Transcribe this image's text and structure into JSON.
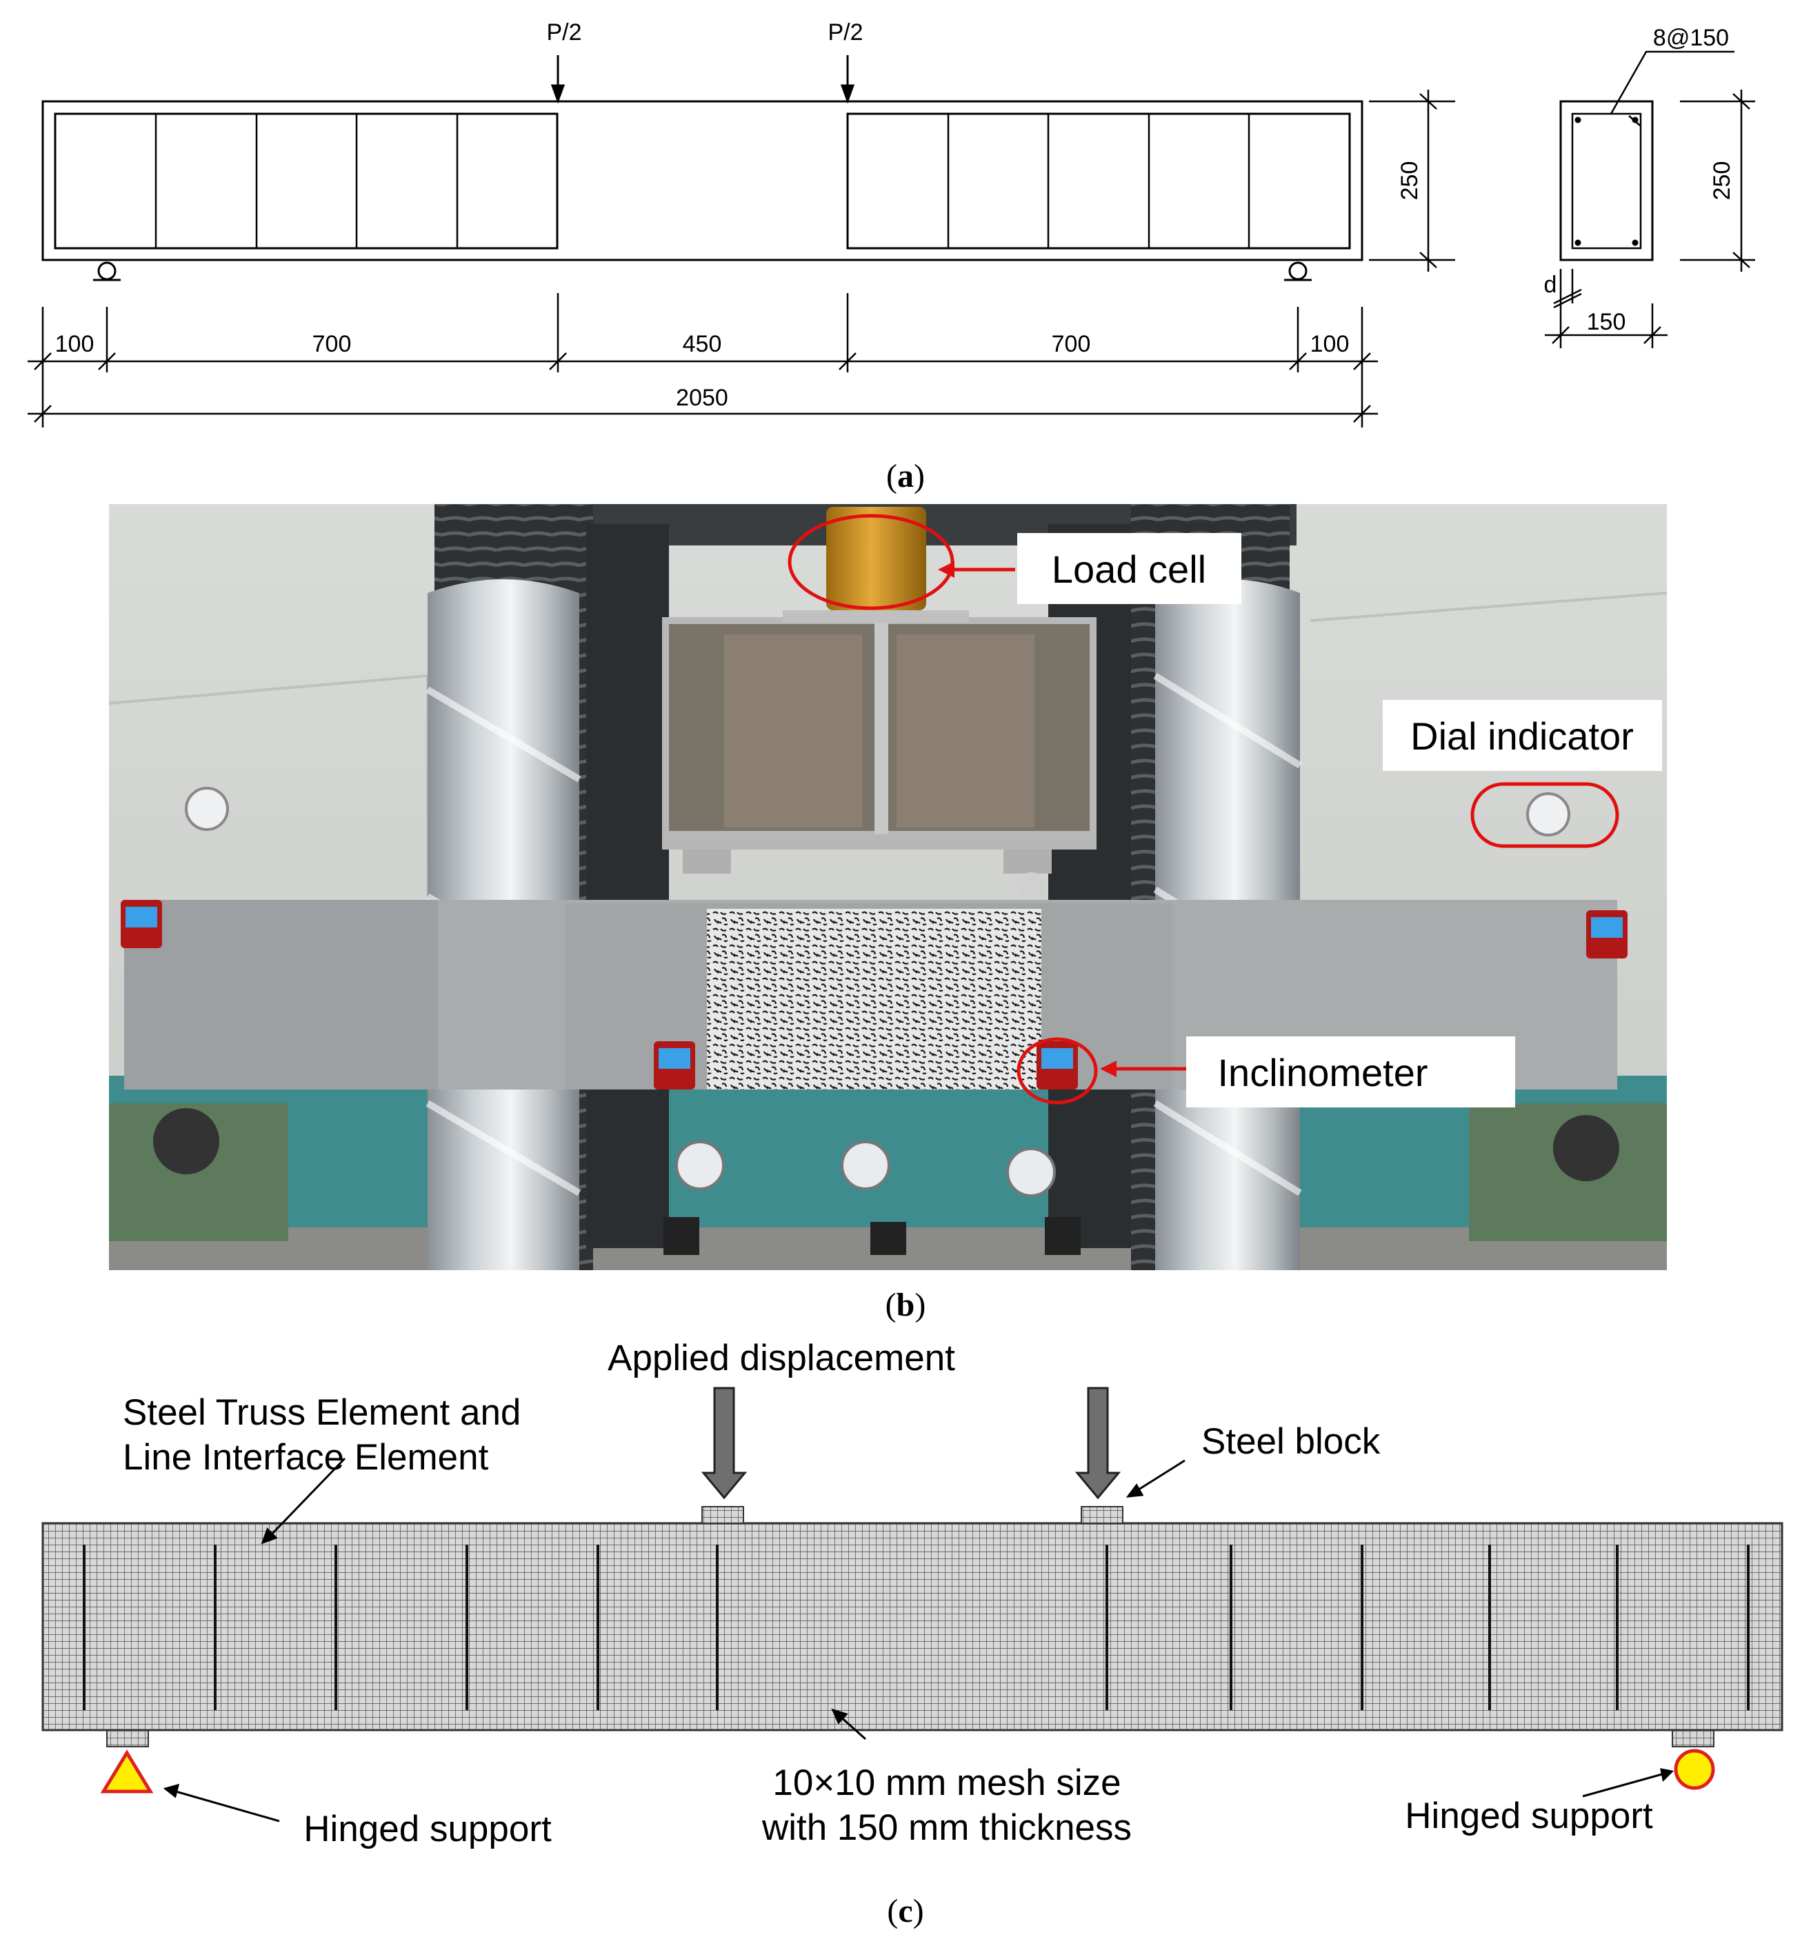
{
  "panel_a": {
    "loads": [
      "P/2",
      "P/2"
    ],
    "span_dims": [
      "100",
      "700",
      "450",
      "700",
      "100"
    ],
    "total_length": "2050",
    "beam_height": "250",
    "section": {
      "stirrup": "8@150",
      "height": "250",
      "width": "150",
      "cover_label": "d"
    },
    "caption_letter": "a"
  },
  "panel_b": {
    "callouts": {
      "load_cell": "Load cell",
      "dial_indicator": "Dial indicator",
      "inclinometer": "Inclinometer"
    },
    "caption_letter": "b"
  },
  "panel_c": {
    "labels": {
      "applied_displacement": "Applied displacement",
      "truss_line1": "Steel Truss Element and",
      "truss_line2": "Line Interface Element",
      "steel_block": "Steel block",
      "mesh_line1": "10×10 mm mesh size",
      "mesh_line2": "with 150 mm thickness",
      "hinged_left": "Hinged support",
      "hinged_right": "Hinged support"
    },
    "caption_letter": "c"
  },
  "colors": {
    "ink": "#000000",
    "callout_red": "#e01010",
    "arrow_gray": "#6f6f6f",
    "support_yellow": "#ffee00",
    "support_red": "#e02020",
    "mesh_fill": "#d8d8d8",
    "mesh_line": "#555555"
  }
}
